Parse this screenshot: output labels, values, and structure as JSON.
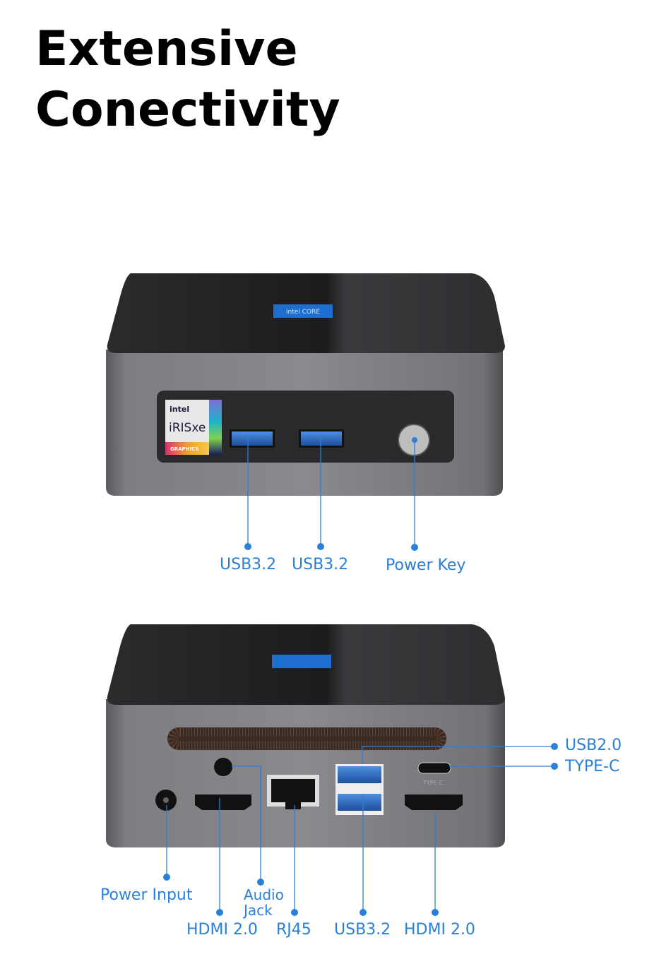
{
  "title": {
    "line1": "Extensive",
    "line2": "Conectivity"
  },
  "accent_color": "#2a7fd6",
  "front_view": {
    "badges": {
      "cpu": "intel CORE",
      "graphics_brand": "intel",
      "graphics_name": "iRISxe",
      "graphics_sub": "GRAPHICS"
    },
    "callouts": [
      {
        "label": "USB3.2"
      },
      {
        "label": "USB3.2"
      },
      {
        "label": "Power Key"
      }
    ]
  },
  "rear_view": {
    "port_marking": "TYPE-C",
    "callouts": [
      {
        "label": "USB2.0"
      },
      {
        "label": "TYPE-C"
      },
      {
        "label": "Power Input"
      },
      {
        "label": "Audio Jack"
      },
      {
        "label": "HDMI 2.0"
      },
      {
        "label": "RJ45"
      },
      {
        "label": "USB3.2"
      },
      {
        "label": "HDMI 2.0"
      }
    ]
  }
}
